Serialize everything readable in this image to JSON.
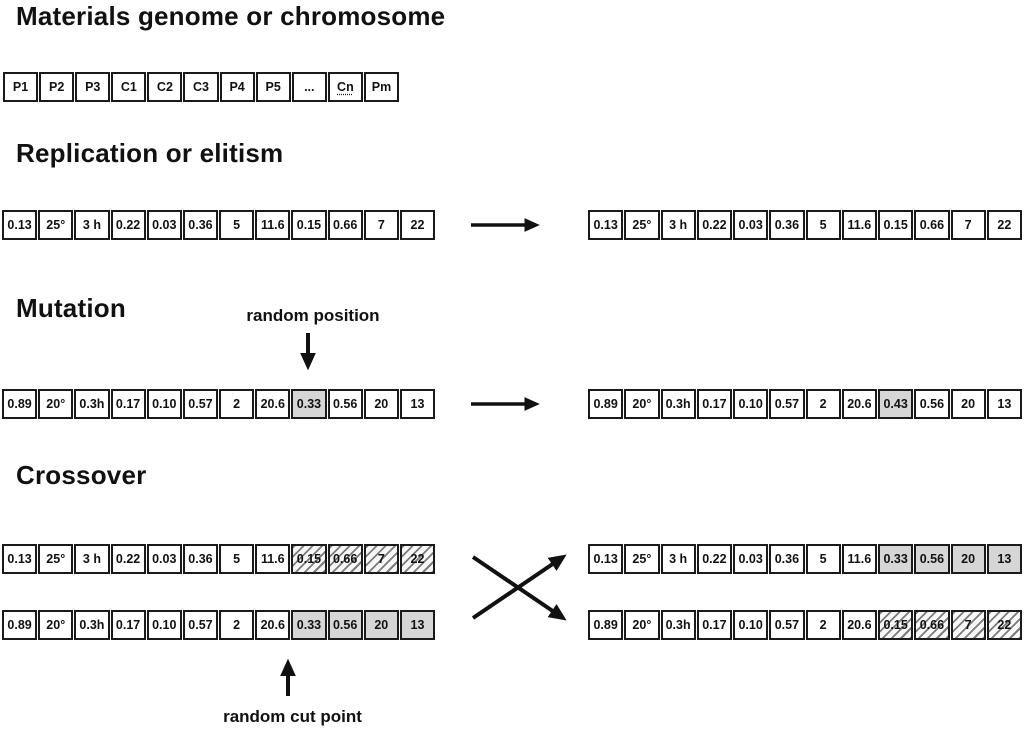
{
  "title": "Materials genome or chromosome",
  "colors": {
    "ink": "#111111",
    "border": "#1a1a1a",
    "gray_fill": "#d6d6d6",
    "hatch_stripe": "#6e6e6e"
  },
  "chromosome": {
    "cells": [
      {
        "t": "P1"
      },
      {
        "t": "P2"
      },
      {
        "t": "P3"
      },
      {
        "t": "C1"
      },
      {
        "t": "C2"
      },
      {
        "t": "C3"
      },
      {
        "t": "P4"
      },
      {
        "t": "P5"
      },
      {
        "t": "..."
      },
      {
        "t": "Cn",
        "u": true
      },
      {
        "t": "Pm"
      }
    ]
  },
  "sections": {
    "replication": {
      "heading": "Replication or elitism",
      "parent": {
        "cells": [
          {
            "t": "0.13"
          },
          {
            "t": "25°"
          },
          {
            "t": "3 h"
          },
          {
            "t": "0.22"
          },
          {
            "t": "0.03"
          },
          {
            "t": "0.36"
          },
          {
            "t": "5"
          },
          {
            "t": "11.6"
          },
          {
            "t": "0.15"
          },
          {
            "t": "0.66"
          },
          {
            "t": "7"
          },
          {
            "t": "22"
          }
        ]
      },
      "result": {
        "cells": [
          {
            "t": "0.13"
          },
          {
            "t": "25°"
          },
          {
            "t": "3 h"
          },
          {
            "t": "0.22"
          },
          {
            "t": "0.03"
          },
          {
            "t": "0.36"
          },
          {
            "t": "5"
          },
          {
            "t": "11.6"
          },
          {
            "t": "0.15"
          },
          {
            "t": "0.66"
          },
          {
            "t": "7"
          },
          {
            "t": "22"
          }
        ]
      }
    },
    "mutation": {
      "heading": "Mutation",
      "annotation": "random position",
      "parent": {
        "cells": [
          {
            "t": "0.89"
          },
          {
            "t": "20°"
          },
          {
            "t": "0.3h"
          },
          {
            "t": "0.17"
          },
          {
            "t": "0.10"
          },
          {
            "t": "0.57"
          },
          {
            "t": "2"
          },
          {
            "t": "20.6"
          },
          {
            "t": "0.33",
            "f": "gray"
          },
          {
            "t": "0.56"
          },
          {
            "t": "20"
          },
          {
            "t": "13"
          }
        ]
      },
      "result": {
        "cells": [
          {
            "t": "0.89"
          },
          {
            "t": "20°"
          },
          {
            "t": "0.3h"
          },
          {
            "t": "0.17"
          },
          {
            "t": "0.10"
          },
          {
            "t": "0.57"
          },
          {
            "t": "2"
          },
          {
            "t": "20.6"
          },
          {
            "t": "0.43",
            "f": "gray"
          },
          {
            "t": "0.56"
          },
          {
            "t": "20"
          },
          {
            "t": "13"
          }
        ]
      }
    },
    "crossover": {
      "heading": "Crossover",
      "annotation": "random cut point",
      "parent1": {
        "cells": [
          {
            "t": "0.13"
          },
          {
            "t": "25°"
          },
          {
            "t": "3 h"
          },
          {
            "t": "0.22"
          },
          {
            "t": "0.03"
          },
          {
            "t": "0.36"
          },
          {
            "t": "5"
          },
          {
            "t": "11.6"
          },
          {
            "t": "0.15",
            "f": "hatch"
          },
          {
            "t": "0.66",
            "f": "hatch"
          },
          {
            "t": "7",
            "f": "hatch"
          },
          {
            "t": "22",
            "f": "hatch"
          }
        ]
      },
      "parent2": {
        "cells": [
          {
            "t": "0.89"
          },
          {
            "t": "20°"
          },
          {
            "t": "0.3h"
          },
          {
            "t": "0.17"
          },
          {
            "t": "0.10"
          },
          {
            "t": "0.57"
          },
          {
            "t": "2"
          },
          {
            "t": "20.6"
          },
          {
            "t": "0.33",
            "f": "gray"
          },
          {
            "t": "0.56",
            "f": "gray"
          },
          {
            "t": "20",
            "f": "gray"
          },
          {
            "t": "13",
            "f": "gray"
          }
        ]
      },
      "child1": {
        "cells": [
          {
            "t": "0.13"
          },
          {
            "t": "25°"
          },
          {
            "t": "3 h"
          },
          {
            "t": "0.22"
          },
          {
            "t": "0.03"
          },
          {
            "t": "0.36"
          },
          {
            "t": "5"
          },
          {
            "t": "11.6"
          },
          {
            "t": "0.33",
            "f": "gray"
          },
          {
            "t": "0.56",
            "f": "gray"
          },
          {
            "t": "20",
            "f": "gray"
          },
          {
            "t": "13",
            "f": "gray"
          }
        ]
      },
      "child2": {
        "cells": [
          {
            "t": "0.89"
          },
          {
            "t": "20°"
          },
          {
            "t": "0.3h"
          },
          {
            "t": "0.17"
          },
          {
            "t": "0.10"
          },
          {
            "t": "0.57"
          },
          {
            "t": "2"
          },
          {
            "t": "20.6"
          },
          {
            "t": "0.15",
            "f": "hatch"
          },
          {
            "t": "0.66",
            "f": "hatch"
          },
          {
            "t": "7",
            "f": "hatch"
          },
          {
            "t": "22",
            "f": "hatch"
          }
        ]
      }
    }
  }
}
